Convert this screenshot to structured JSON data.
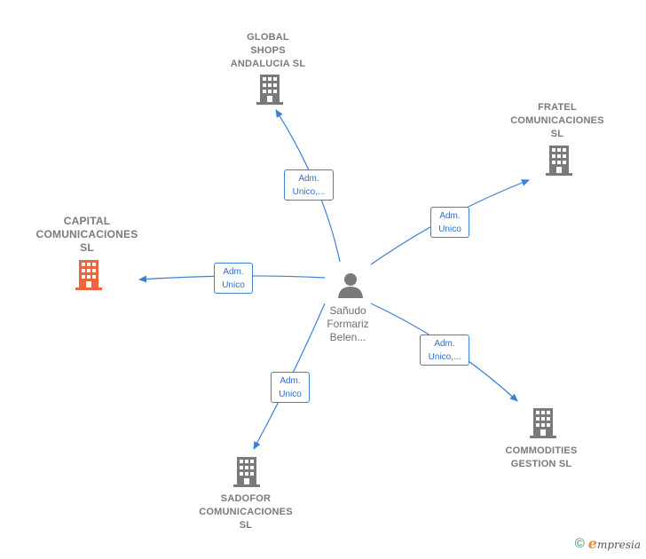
{
  "colors": {
    "edge": "#3c7fd6",
    "building": "#7a7a7a",
    "building_focus": "#f0643c",
    "person": "#7a7a7a"
  },
  "center": {
    "name_lines": [
      "Sañudo",
      "Formariz",
      "Belen..."
    ],
    "icon": "person-icon"
  },
  "companies": [
    {
      "id": "global",
      "lines": [
        "GLOBAL",
        "SHOPS",
        "ANDALUCIA  SL"
      ],
      "icon": "building-icon",
      "focus": false
    },
    {
      "id": "fratel",
      "lines": [
        "FRATEL",
        "COMUNICACIONES",
        "SL"
      ],
      "icon": "building-icon",
      "focus": false
    },
    {
      "id": "capital",
      "lines": [
        "CAPITAL",
        "COMUNICACIONES",
        "SL"
      ],
      "icon": "building-icon",
      "focus": true
    },
    {
      "id": "commodities",
      "lines": [
        "COMMODITIES",
        "GESTION  SL"
      ],
      "icon": "building-icon",
      "focus": false
    },
    {
      "id": "sadofor",
      "lines": [
        "SADOFOR",
        "COMUNICACIONES",
        "SL"
      ],
      "icon": "building-icon",
      "focus": false
    }
  ],
  "edges": [
    {
      "to": "global",
      "label_lines": [
        "Adm.",
        "Unico,..."
      ]
    },
    {
      "to": "fratel",
      "label_lines": [
        "Adm.",
        "Unico"
      ]
    },
    {
      "to": "capital",
      "label_lines": [
        "Adm.",
        "Unico"
      ]
    },
    {
      "to": "commodities",
      "label_lines": [
        "Adm.",
        "Unico,..."
      ]
    },
    {
      "to": "sadofor",
      "label_lines": [
        "Adm.",
        "Unico"
      ]
    }
  ],
  "brand": {
    "copyright": "©",
    "initial": "e",
    "rest": "mpresia"
  }
}
